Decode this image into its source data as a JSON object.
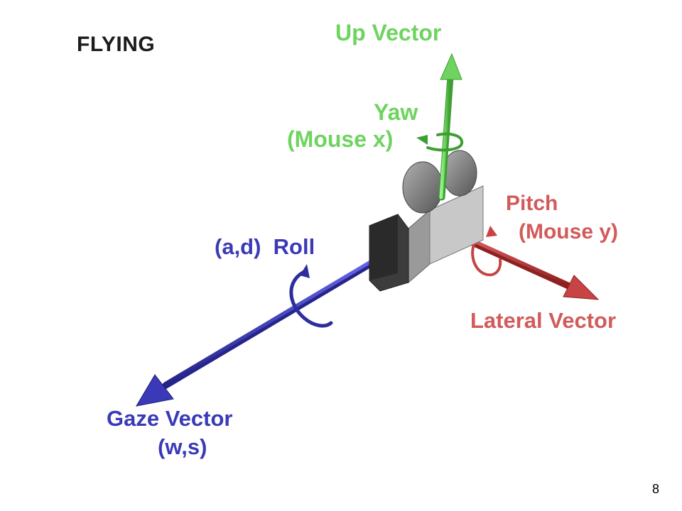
{
  "title": "FLYING",
  "axes": {
    "up": {
      "label": "Up Vector",
      "rotation_label": "Yaw",
      "rotation_control": "(Mouse x)",
      "color": "#5cc84a"
    },
    "lateral": {
      "label": "Lateral Vector",
      "rotation_label": "Pitch",
      "rotation_control": "(Mouse y)",
      "color": "#c84343"
    },
    "gaze": {
      "label": "Gaze Vector",
      "movement_keys": "(w,s)",
      "rotation_keys": "(a,d)",
      "rotation_label": "Roll",
      "color": "#3434b4"
    }
  },
  "page_number": "8"
}
